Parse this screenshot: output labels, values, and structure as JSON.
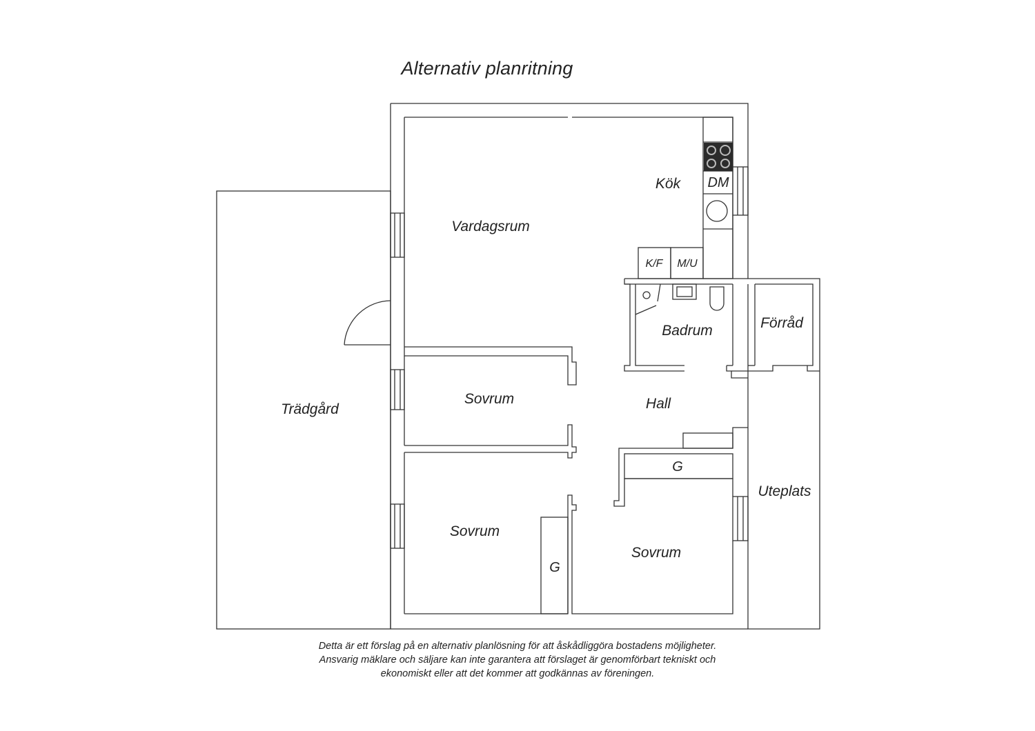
{
  "title": "Alternativ planritning",
  "rooms": {
    "vardagsrum": "Vardagsrum",
    "kok": "Kök",
    "dm": "DM",
    "kf": "K/F",
    "mu": "M/U",
    "badrum": "Badrum",
    "forrad": "Förråd",
    "hall": "Hall",
    "sovrum1": "Sovrum",
    "sovrum2": "Sovrum",
    "sovrum3": "Sovrum",
    "g1": "G",
    "g2": "G",
    "tradgard": "Trädgård",
    "uteplats": "Uteplats"
  },
  "disclaimer": [
    "Detta är ett förslag på en alternativ planlösning för att åskådliggöra bostadens möjligheter.",
    "Ansvarig mäklare och säljare kan inte garantera att förslaget är genomförbart tekniskt och",
    "ekonomiskt eller att det kommer att godkännas av föreningen."
  ]
}
